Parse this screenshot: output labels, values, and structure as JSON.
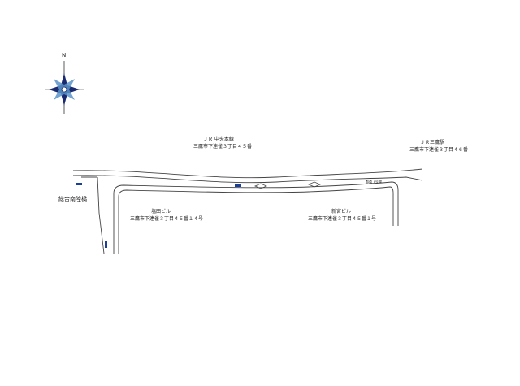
{
  "compass": {
    "north_label": "N"
  },
  "labels": {
    "jr_line_name": "ＪＲ 中央本線",
    "jr_line_addr": "三鷹市下連雀３丁目４５番",
    "jr_station_name": "ＪＲ三鷹駅",
    "jr_station_addr": "三鷹市下連雀３丁目４６番",
    "crossing_name": "総合南陸橋",
    "building_left_name": "塩田ビル",
    "building_left_addr": "三鷹市下連雀３丁目４５番１４号",
    "building_right_name": "新宮ビル",
    "building_right_addr": "三鷹市下連雀３丁目４５番１号",
    "street_tag": "都道 7号線"
  },
  "colors": {
    "road": "#444444",
    "marker": "#1b3f99",
    "compass_dark": "#1a2a6e",
    "compass_light": "#5a93c8"
  }
}
